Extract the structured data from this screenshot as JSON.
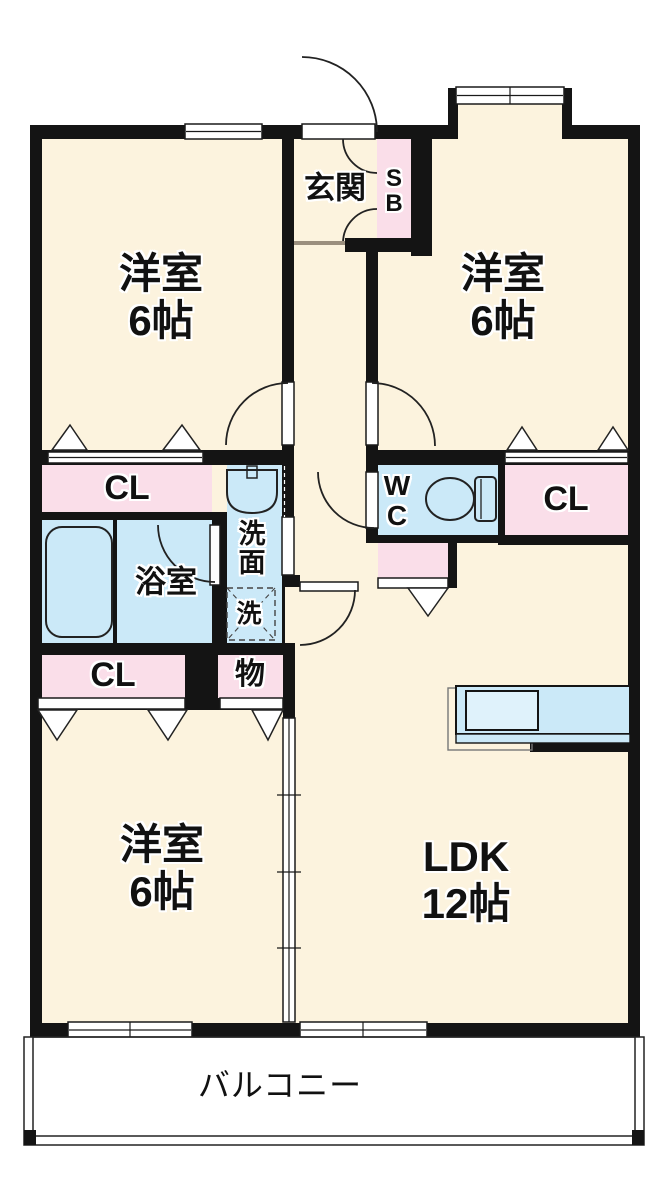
{
  "title": "apartment-floorplan-2LDK",
  "labels": {
    "bedroom_top_left": "洋室\n6帖",
    "bedroom_top_right": "洋室\n6帖",
    "bedroom_bottom_left": "洋室\n6帖",
    "ldk": "LDK\n12帖",
    "genkan": "玄関",
    "shoe_box": "S\nB",
    "bathroom": "浴室",
    "washroom": "洗\n面",
    "washer": "洗",
    "wc": "W\nC",
    "closet_mid_left": "CL",
    "closet_mid_right": "CL",
    "closet_bottom_left": "CL",
    "storage": "物",
    "balcony": "バルコニー"
  },
  "colors": {
    "room_fill": "#fcf3de",
    "closet_fill": "#fadee9",
    "wet_area_fill": "#cbe9f8",
    "counter_sink_fill": "#dff2fb",
    "wall": "#141414",
    "line": "#222222",
    "step_line": "#9b8f7e"
  }
}
